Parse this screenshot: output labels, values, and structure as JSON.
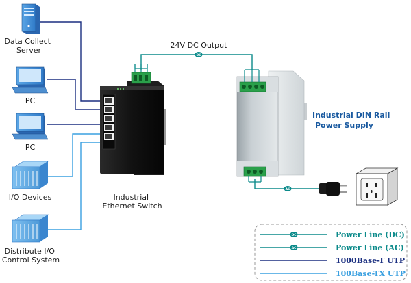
{
  "devices": {
    "server": "Data Collect Server",
    "server_line1": "Data Collect",
    "server_line2": "Server",
    "pc1": "PC",
    "pc2": "PC",
    "io_devices": "I/O Devices",
    "dist_line1": "Distribute I/O",
    "dist_line2": "Control System",
    "switch_line1": "Industrial",
    "switch_line2": "Ethernet Switch",
    "psu_line1": "Industrial DIN Rail",
    "psu_line2": "Power Supply"
  },
  "dc_output_label": "24V DC Output",
  "badges": {
    "dc": "DC",
    "ac": "AC"
  },
  "legend": [
    {
      "label": "Power Line (DC)",
      "color": "#0b8a8a",
      "badge": "DC"
    },
    {
      "label": "Power Line (AC)",
      "color": "#0b8a8a",
      "badge": "AC"
    },
    {
      "label": "1000Base-T UTP",
      "color": "#1b2f80",
      "badge": ""
    },
    {
      "label": "100Base-TX UTP",
      "color": "#3aa0e0",
      "badge": ""
    }
  ],
  "colors": {
    "power": "#0b8a8a",
    "gigabit": "#1b2f80",
    "fast": "#3aa0e0",
    "title_blue": "#1a5aa0"
  }
}
